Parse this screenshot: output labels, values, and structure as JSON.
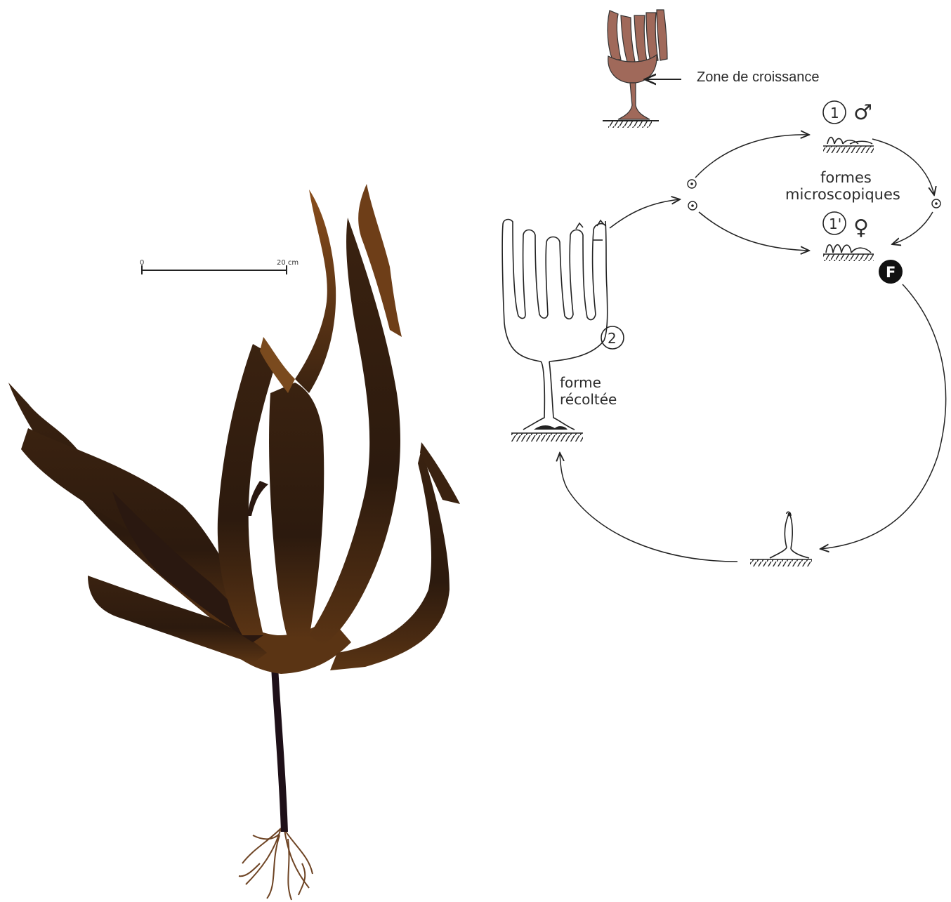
{
  "scale_bar": {
    "start_label": "0",
    "end_label": "20 cm"
  },
  "diagram": {
    "growth_zone_label": "Zone de croissance",
    "stage_1_number": "1",
    "stage_1_symbol": "♂",
    "stage_1b_number": "1'",
    "stage_1b_symbol": "♀",
    "microscopic_label_line1": "formes",
    "microscopic_label_line2": "microscopiques",
    "fertilization_marker": "F",
    "stage_2_number": "2",
    "harvested_label_line1": "forme",
    "harvested_label_line2": "récoltée"
  },
  "colors": {
    "kelp_dark": "#2c1a0e",
    "kelp_mid": "#4a2a12",
    "kelp_light": "#7a4a1e",
    "growth_icon_fill": "#a0695a",
    "line_dark": "#222222"
  }
}
